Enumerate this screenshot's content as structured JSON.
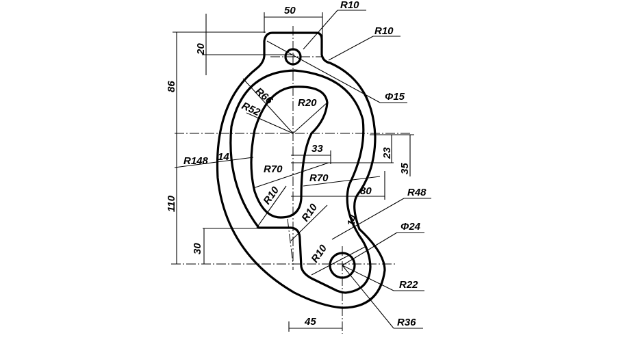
{
  "drawing": {
    "dimensions": {
      "top_width": "50",
      "r10_top_hole": "R10",
      "r10_shoulder": "R10",
      "tab_height": "20",
      "upper_height": "86",
      "r66": "R66",
      "r52": "R52",
      "r20": "R20",
      "phi15": "Φ15",
      "d33": "33",
      "d23": "23",
      "d35": "35",
      "r148": "R148",
      "wall_14_left": "14",
      "r70_left": "R70",
      "r70_right": "R70",
      "d80": "80",
      "r10_slot": "R10",
      "r48": "R48",
      "lower_height": "110",
      "r10_step": "R10",
      "wall_14_right": "14",
      "phi24": "Φ24",
      "d30": "30",
      "r10_bottom": "R10",
      "r22": "R22",
      "r36": "R36",
      "d45": "45"
    }
  }
}
